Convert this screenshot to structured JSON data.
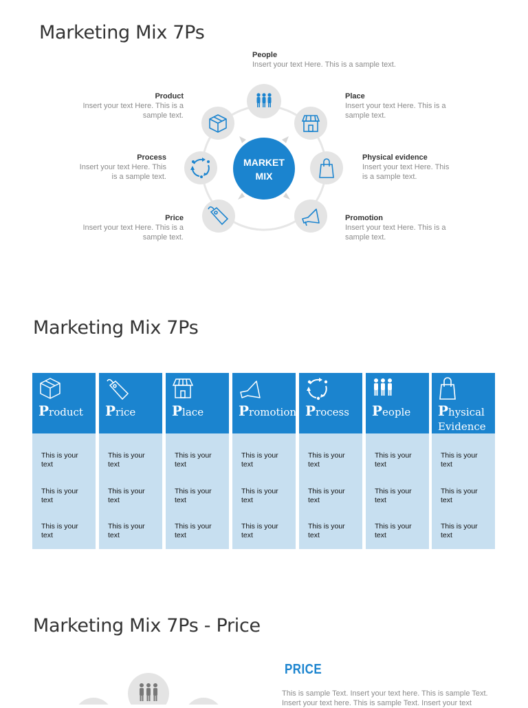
{
  "slide1": {
    "title": "Marketing Mix 7Ps",
    "center": {
      "line1": "MARKET",
      "line2": "MIX"
    },
    "items": {
      "people": {
        "title": "People",
        "desc": "Insert your text Here. This is a sample text."
      },
      "product": {
        "title": "Product",
        "desc1": "Insert your text Here. This is a",
        "desc2": "sample text."
      },
      "place": {
        "title": "Place",
        "desc1": "Insert your text Here. This is a",
        "desc2": "sample text."
      },
      "process": {
        "title": "Process",
        "desc1": "Insert your text Here. This",
        "desc2": "is a sample text."
      },
      "physical": {
        "title": "Physical evidence",
        "desc1": "Insert your text Here. This",
        "desc2": "is a sample text."
      },
      "price": {
        "title": "Price",
        "desc1": "Insert your text Here. This is a",
        "desc2": "sample text."
      },
      "promotion": {
        "title": "Promotion",
        "desc1": "Insert your text Here. This is a",
        "desc2": "sample text."
      }
    },
    "icons": [
      "people-icon",
      "product-box-icon",
      "place-store-icon",
      "process-cycle-icon",
      "shopping-bag-icon",
      "price-tag-icon",
      "megaphone-icon"
    ]
  },
  "slide2": {
    "title": "Marketing Mix 7Ps",
    "columns": [
      {
        "cap": "P",
        "rest1": "roduct",
        "rest2": "",
        "icon": "product-box-icon"
      },
      {
        "cap": "P",
        "rest1": "rice",
        "rest2": "",
        "icon": "price-tag-icon"
      },
      {
        "cap": "P",
        "rest1": "lace",
        "rest2": "",
        "icon": "place-store-icon"
      },
      {
        "cap": "P",
        "rest1": "romotion",
        "rest2": "",
        "icon": "megaphone-icon"
      },
      {
        "cap": "P",
        "rest1": "rocess",
        "rest2": "",
        "icon": "process-cycle-icon"
      },
      {
        "cap": "P",
        "rest1": "eople",
        "rest2": "",
        "icon": "people-icon"
      },
      {
        "cap": "P",
        "rest1": "hysical",
        "rest2": "Evidence",
        "icon": "shopping-bag-icon"
      }
    ],
    "cell_line1": "This is your",
    "cell_line2": "text",
    "colors": {
      "header": "#1b84cf",
      "body": "#c7dff0"
    }
  },
  "slide3": {
    "title": "Marketing Mix 7Ps - Price",
    "heading": "PRICE",
    "text1": "This is sample Text. Insert your text here. This is sample Text.",
    "text2": "Insert your text here. This is sample Text. Insert your text"
  }
}
